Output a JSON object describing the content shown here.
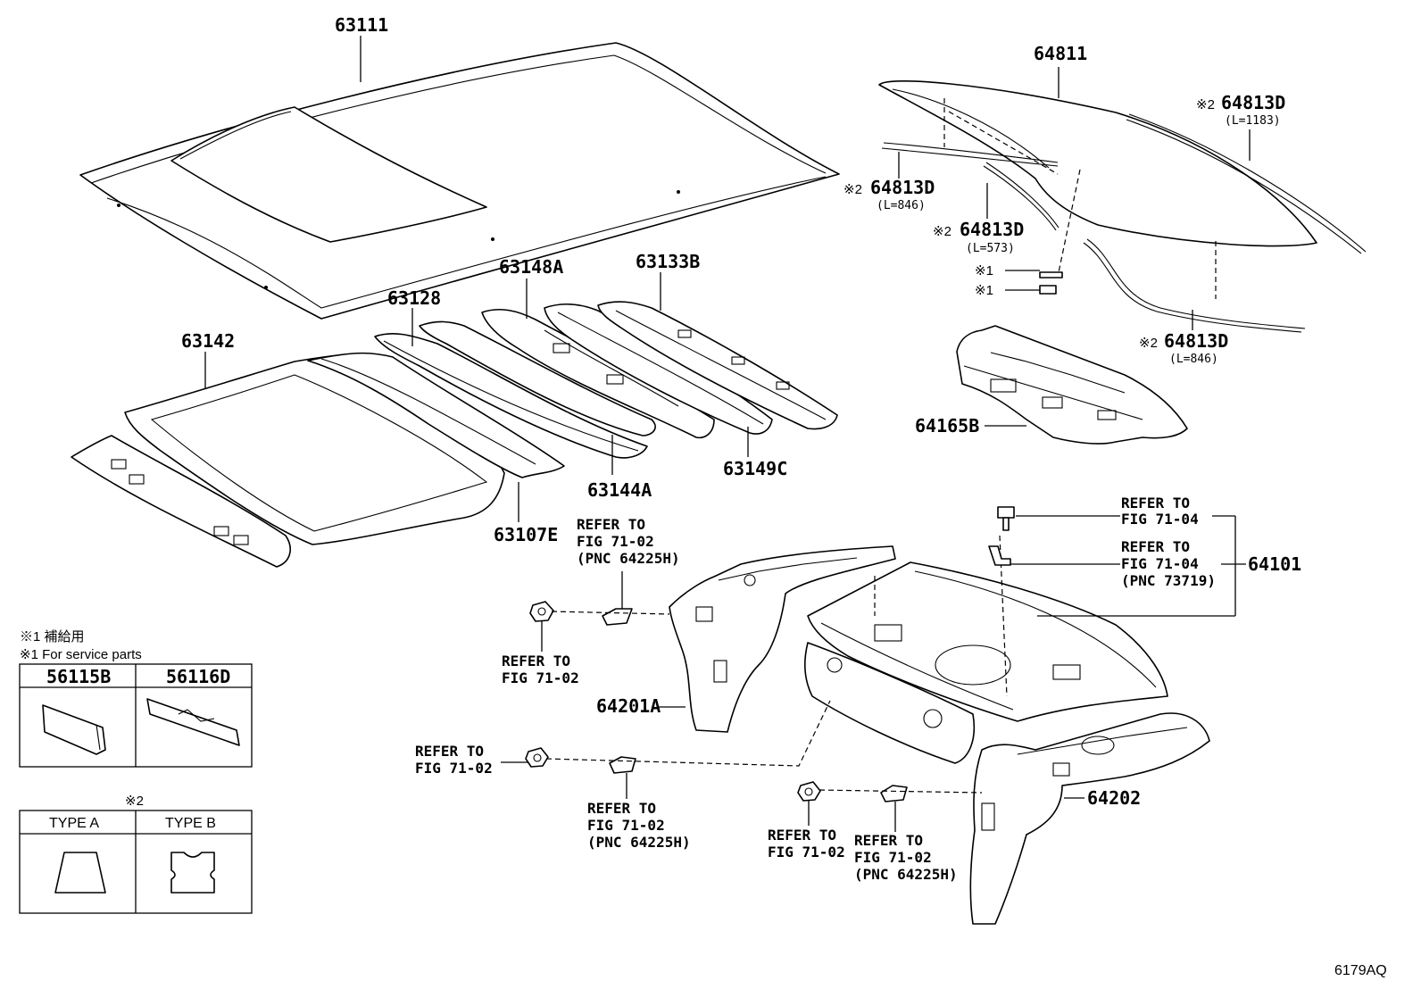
{
  "parts": {
    "roof_panel": "63111",
    "back_window_glass": "64811",
    "roof_panel_sub_frame": "63142",
    "roof_panel_reinforcement_63128": "63128",
    "roof_bow_63148A": "63148A",
    "roof_bow_63133B": "63133B",
    "roof_reinforcement_63144A": "63144A",
    "roof_bow_63149C": "63149C",
    "roof_rail_63107E": "63107E",
    "package_tray_panel": "64101",
    "package_tray_silencer": "64165B",
    "quarter_panel_inner_left": "64201A",
    "quarter_panel_inner_right": "64202"
  },
  "moldings": [
    {
      "mark": "※2",
      "part": "64813D",
      "length": "(L=1183)"
    },
    {
      "mark": "※2",
      "part": "64813D",
      "length": "(L=846)"
    },
    {
      "mark": "※2",
      "part": "64813D",
      "length": "(L=573)"
    },
    {
      "mark": "※2",
      "part": "64813D",
      "length": "(L=846)"
    }
  ],
  "service_marks": [
    "※1",
    "※1"
  ],
  "references": {
    "fig_71_04_a": [
      "REFER TO",
      "FIG 71-04"
    ],
    "fig_71_04_b": [
      "REFER TO",
      "FIG 71-04",
      "(PNC 73719)"
    ],
    "fig_71_02_top": [
      "REFER TO",
      "FIG 71-02",
      "(PNC 64225H)"
    ],
    "fig_71_02_left": [
      "REFER TO",
      "FIG 71-02"
    ],
    "fig_71_02_mid_left": [
      "REFER TO",
      "FIG 71-02"
    ],
    "fig_71_02_mid": [
      "REFER TO",
      "FIG 71-02",
      "(PNC 64225H)"
    ],
    "fig_71_02_bottom": [
      "REFER TO",
      "FIG 71-02"
    ],
    "fig_71_02_bottom_right": [
      "REFER TO",
      "FIG 71-02",
      "(PNC 64225H)"
    ]
  },
  "legend": {
    "note1_jp": "※1 補給用",
    "note1_en": "※1 For service parts",
    "service_parts": [
      "56115B",
      "56116D"
    ],
    "note2": "※2",
    "types": [
      "TYPE A",
      "TYPE B"
    ]
  },
  "figure_code": "6179AQ"
}
